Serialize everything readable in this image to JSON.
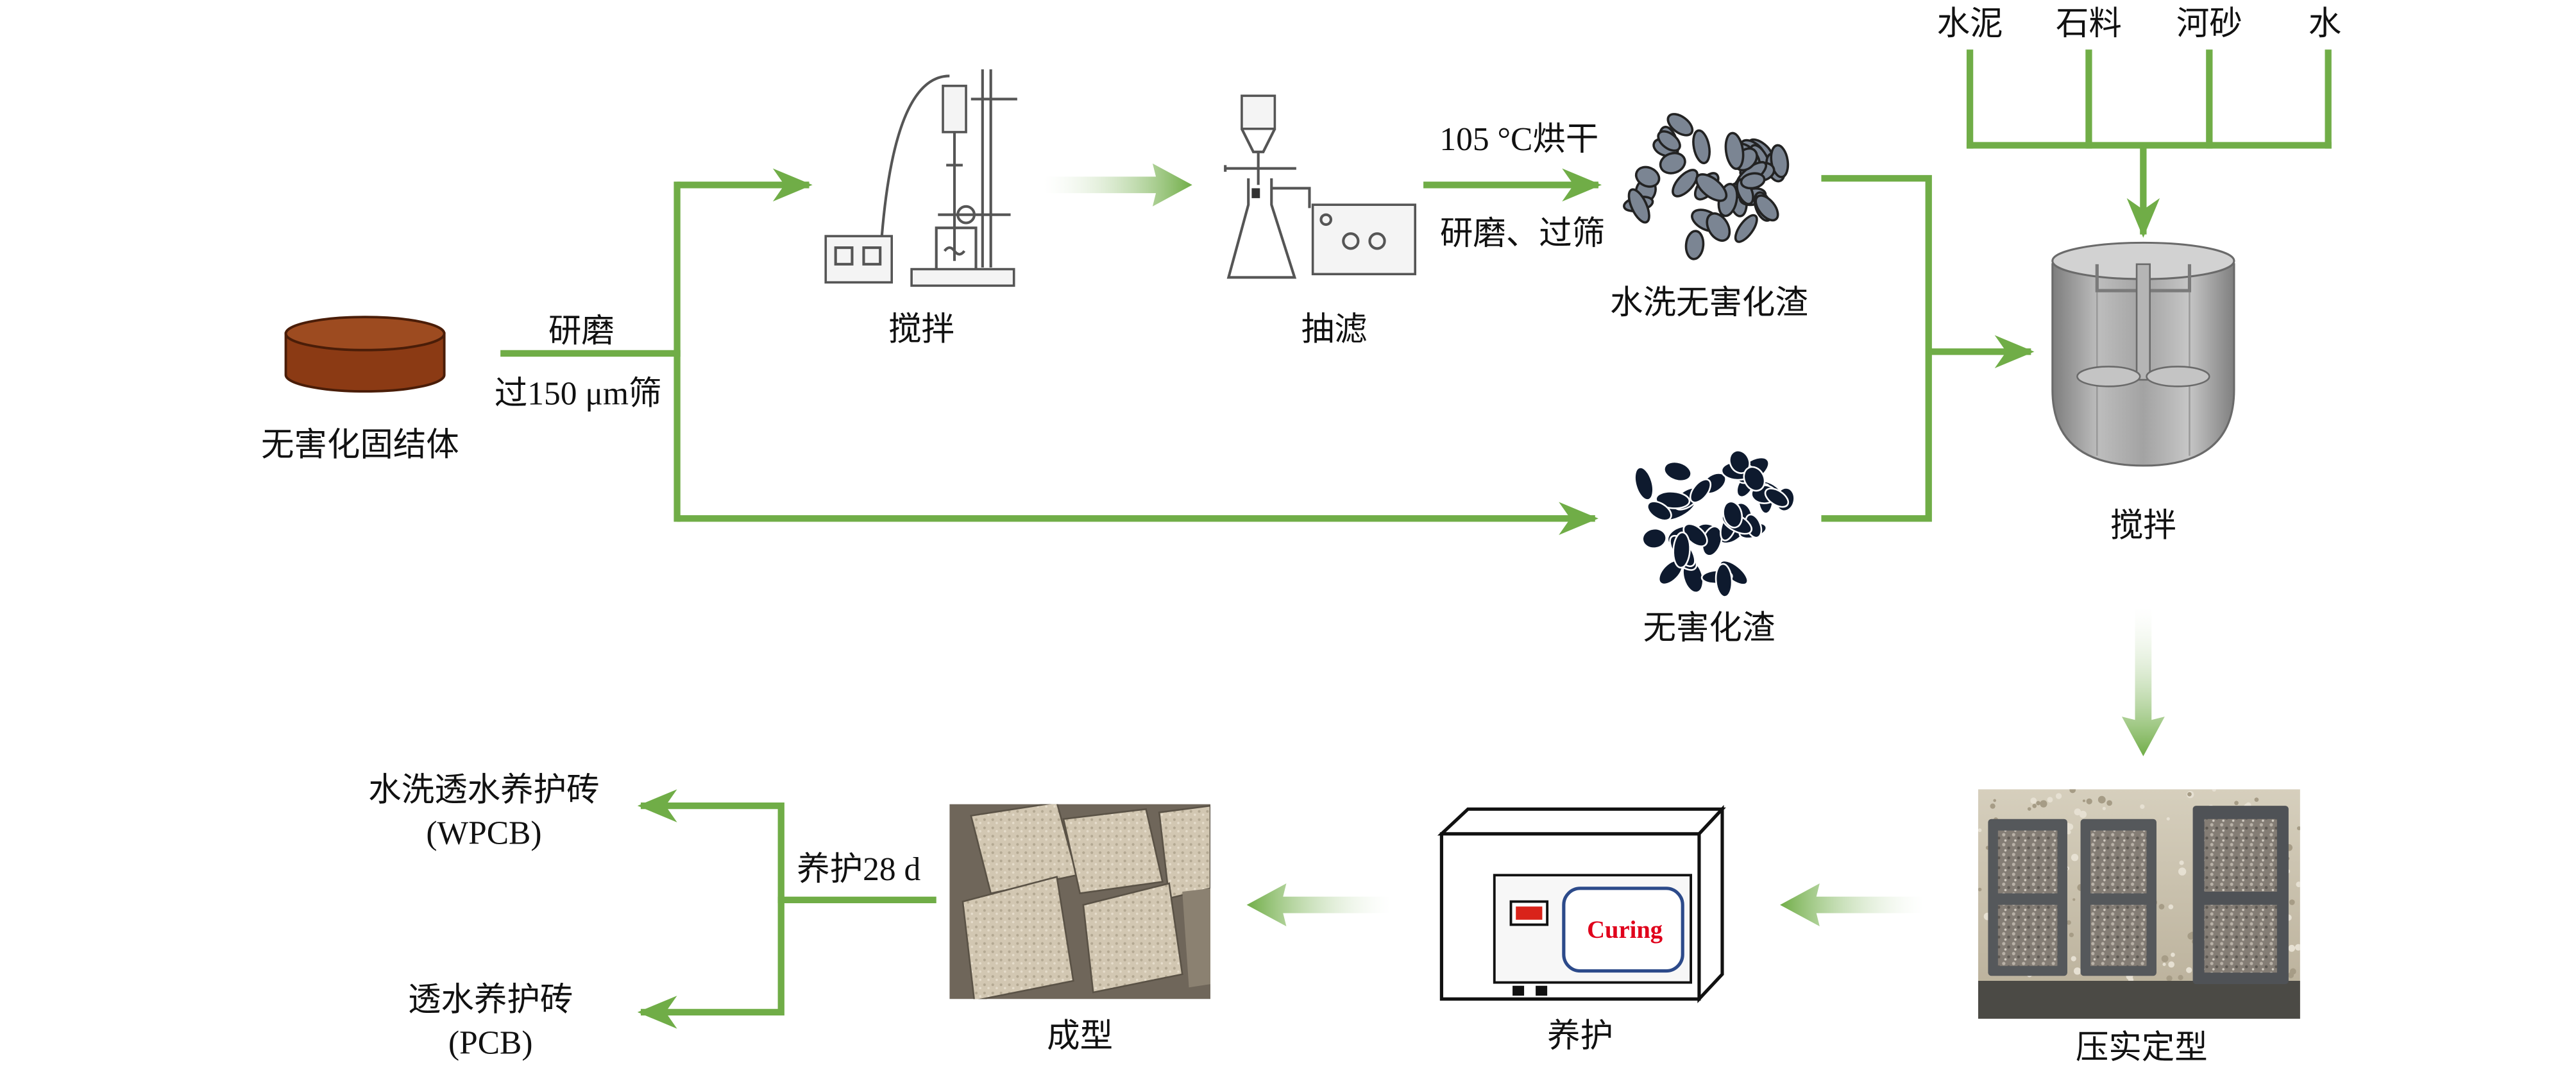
{
  "diagram": {
    "source": {
      "label": "无害化固结体"
    },
    "grind": {
      "top": "研磨",
      "bottom": "过150 μm筛"
    },
    "stir_step": {
      "label": "搅拌"
    },
    "filter_step": {
      "label": "抽滤"
    },
    "dry_step": {
      "top": "105 °C烘干",
      "bottom": "研磨、过筛"
    },
    "washed_slag": {
      "label": "水洗无害化渣"
    },
    "slag": {
      "label": "无害化渣"
    },
    "materials": [
      "水泥",
      "石料",
      "河砂",
      "水"
    ],
    "mixer": {
      "label": "搅拌"
    },
    "press": {
      "label": "压实定型"
    },
    "curing": {
      "label": "养护",
      "oven_text": "Curing"
    },
    "forming": {
      "label": "成型"
    },
    "cure_time": "养护28 d",
    "products": [
      {
        "name": "水洗透水养护砖",
        "code": "(WPCB)"
      },
      {
        "name": "透水养护砖",
        "code": "(PCB)"
      }
    ]
  },
  "colors": {
    "arrow": "#70ad47",
    "solid_block": "#8b3a14",
    "curing_text": "#e0001b",
    "washed_particles": "#7b8593",
    "slag_particles": "#0e1a2e"
  }
}
